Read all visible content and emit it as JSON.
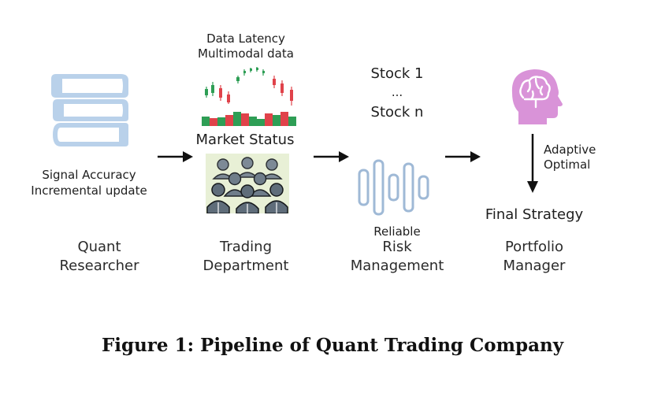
{
  "researcher": {
    "note_line1": "Signal Accuracy",
    "note_line2": "Incremental update",
    "role_line1": "Quant",
    "role_line2": "Researcher"
  },
  "trading": {
    "top_line1": "Data Latency",
    "top_line2": "Multimodal data",
    "middle": "Market Status",
    "role_line1": "Trading",
    "role_line2": "Department"
  },
  "risk": {
    "stock_first": "Stock 1",
    "ellipsis": "...",
    "stock_last": "Stock n",
    "note": "Reliable",
    "role_line1": "Risk",
    "role_line2": "Management"
  },
  "portfolio": {
    "arrow_line1": "Adaptive",
    "arrow_line2": "Optimal",
    "result": "Final Strategy",
    "role_line1": "Portfolio",
    "role_line2": "Manager"
  },
  "caption": "Figure 1: Pipeline of Quant Trading Company",
  "icons": [
    "books-icon",
    "candlestick-chart-icon",
    "team-icon",
    "risk-bars-icon",
    "brain-head-icon"
  ],
  "colors": {
    "books": "#b9d1ea",
    "books_line": "#8fb3d8",
    "candle_up": "#2e9e55",
    "candle_down": "#e0424a",
    "risk_bars": "#9fb9d6",
    "brain_head": "#d993d8",
    "team_bg": "#e8f0d6"
  }
}
